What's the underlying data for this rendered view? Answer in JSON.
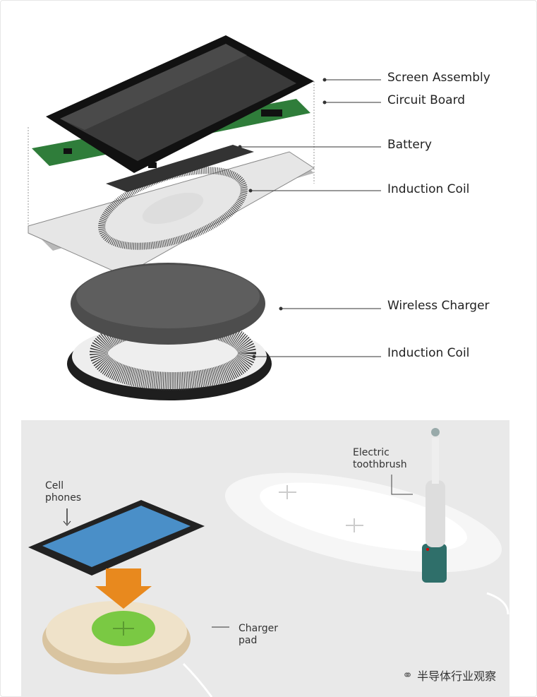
{
  "exploded_view": {
    "labels": [
      "Screen Assembly",
      "Circuit Board",
      "Battery",
      "Induction Coil",
      "Wireless Charger",
      "Induction Coil"
    ]
  },
  "photo": {
    "toothbrush_label": [
      "Electric",
      "toothbrush"
    ],
    "phone_label": [
      "Cell",
      "phones"
    ],
    "pad_label": [
      "Charger",
      "pad"
    ]
  },
  "watermark": "半导体行业观察",
  "colors": {
    "pcb": "#2f7d3a",
    "pad_green": "#7ac943",
    "arrow": "#e8891e",
    "toothbrush": "#2f6f6a"
  }
}
